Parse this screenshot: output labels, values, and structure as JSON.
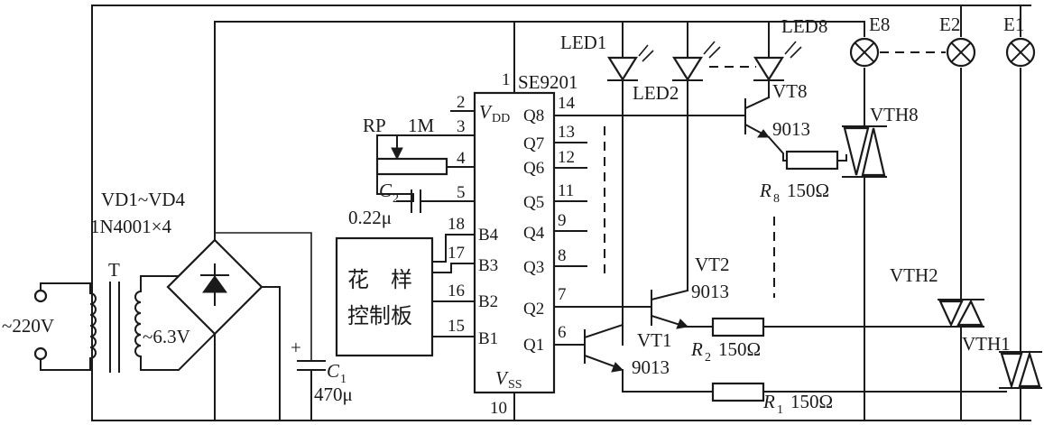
{
  "supply": {
    "mains": "~220V",
    "secondary": "~6.3V",
    "transformer": "T"
  },
  "rectifier": {
    "name": "VD1~VD4",
    "part": "1N4001×4"
  },
  "filter_cap": {
    "name": "C",
    "index": "1",
    "value": "470μ",
    "polarity": "+"
  },
  "timing": {
    "pot_name": "RP",
    "pot_value": "1M",
    "cap_name": "C",
    "cap_index": "2",
    "cap_value": "0.22μ"
  },
  "pattern_board": {
    "line1": "花　样",
    "line2": "控制板"
  },
  "ic": {
    "name": "SE9201",
    "vdd": "V",
    "vdd_sub": "DD",
    "vss": "V",
    "vss_sub": "SS",
    "left_pins": [
      {
        "num": "1",
        "label": ""
      },
      {
        "num": "2",
        "label": ""
      },
      {
        "num": "3",
        "label": ""
      },
      {
        "num": "4",
        "label": ""
      },
      {
        "num": "5",
        "label": ""
      },
      {
        "num": "18",
        "label": "B4"
      },
      {
        "num": "17",
        "label": "B3"
      },
      {
        "num": "16",
        "label": "B2"
      },
      {
        "num": "15",
        "label": "B1"
      },
      {
        "num": "10",
        "label": ""
      }
    ],
    "right_pins": [
      {
        "num": "14",
        "label": "Q8"
      },
      {
        "num": "13",
        "label": "Q7"
      },
      {
        "num": "12",
        "label": "Q6"
      },
      {
        "num": "11",
        "label": "Q5"
      },
      {
        "num": "9",
        "label": "Q4"
      },
      {
        "num": "8",
        "label": "Q3"
      },
      {
        "num": "7",
        "label": "Q2"
      },
      {
        "num": "6",
        "label": "Q1"
      }
    ]
  },
  "leds": [
    "LED1",
    "LED2",
    "LED8"
  ],
  "transistors": [
    {
      "name": "VT8",
      "part": "9013"
    },
    {
      "name": "VT2",
      "part": "9013"
    },
    {
      "name": "VT1",
      "part": "9013"
    }
  ],
  "resistors": [
    {
      "name": "R",
      "index": "8",
      "value": "150Ω"
    },
    {
      "name": "R",
      "index": "2",
      "value": "150Ω"
    },
    {
      "name": "R",
      "index": "1",
      "value": "150Ω"
    }
  ],
  "triacs": [
    "VTH8",
    "VTH2",
    "VTH1"
  ],
  "lamps": [
    "E8",
    "E2",
    "E1"
  ]
}
